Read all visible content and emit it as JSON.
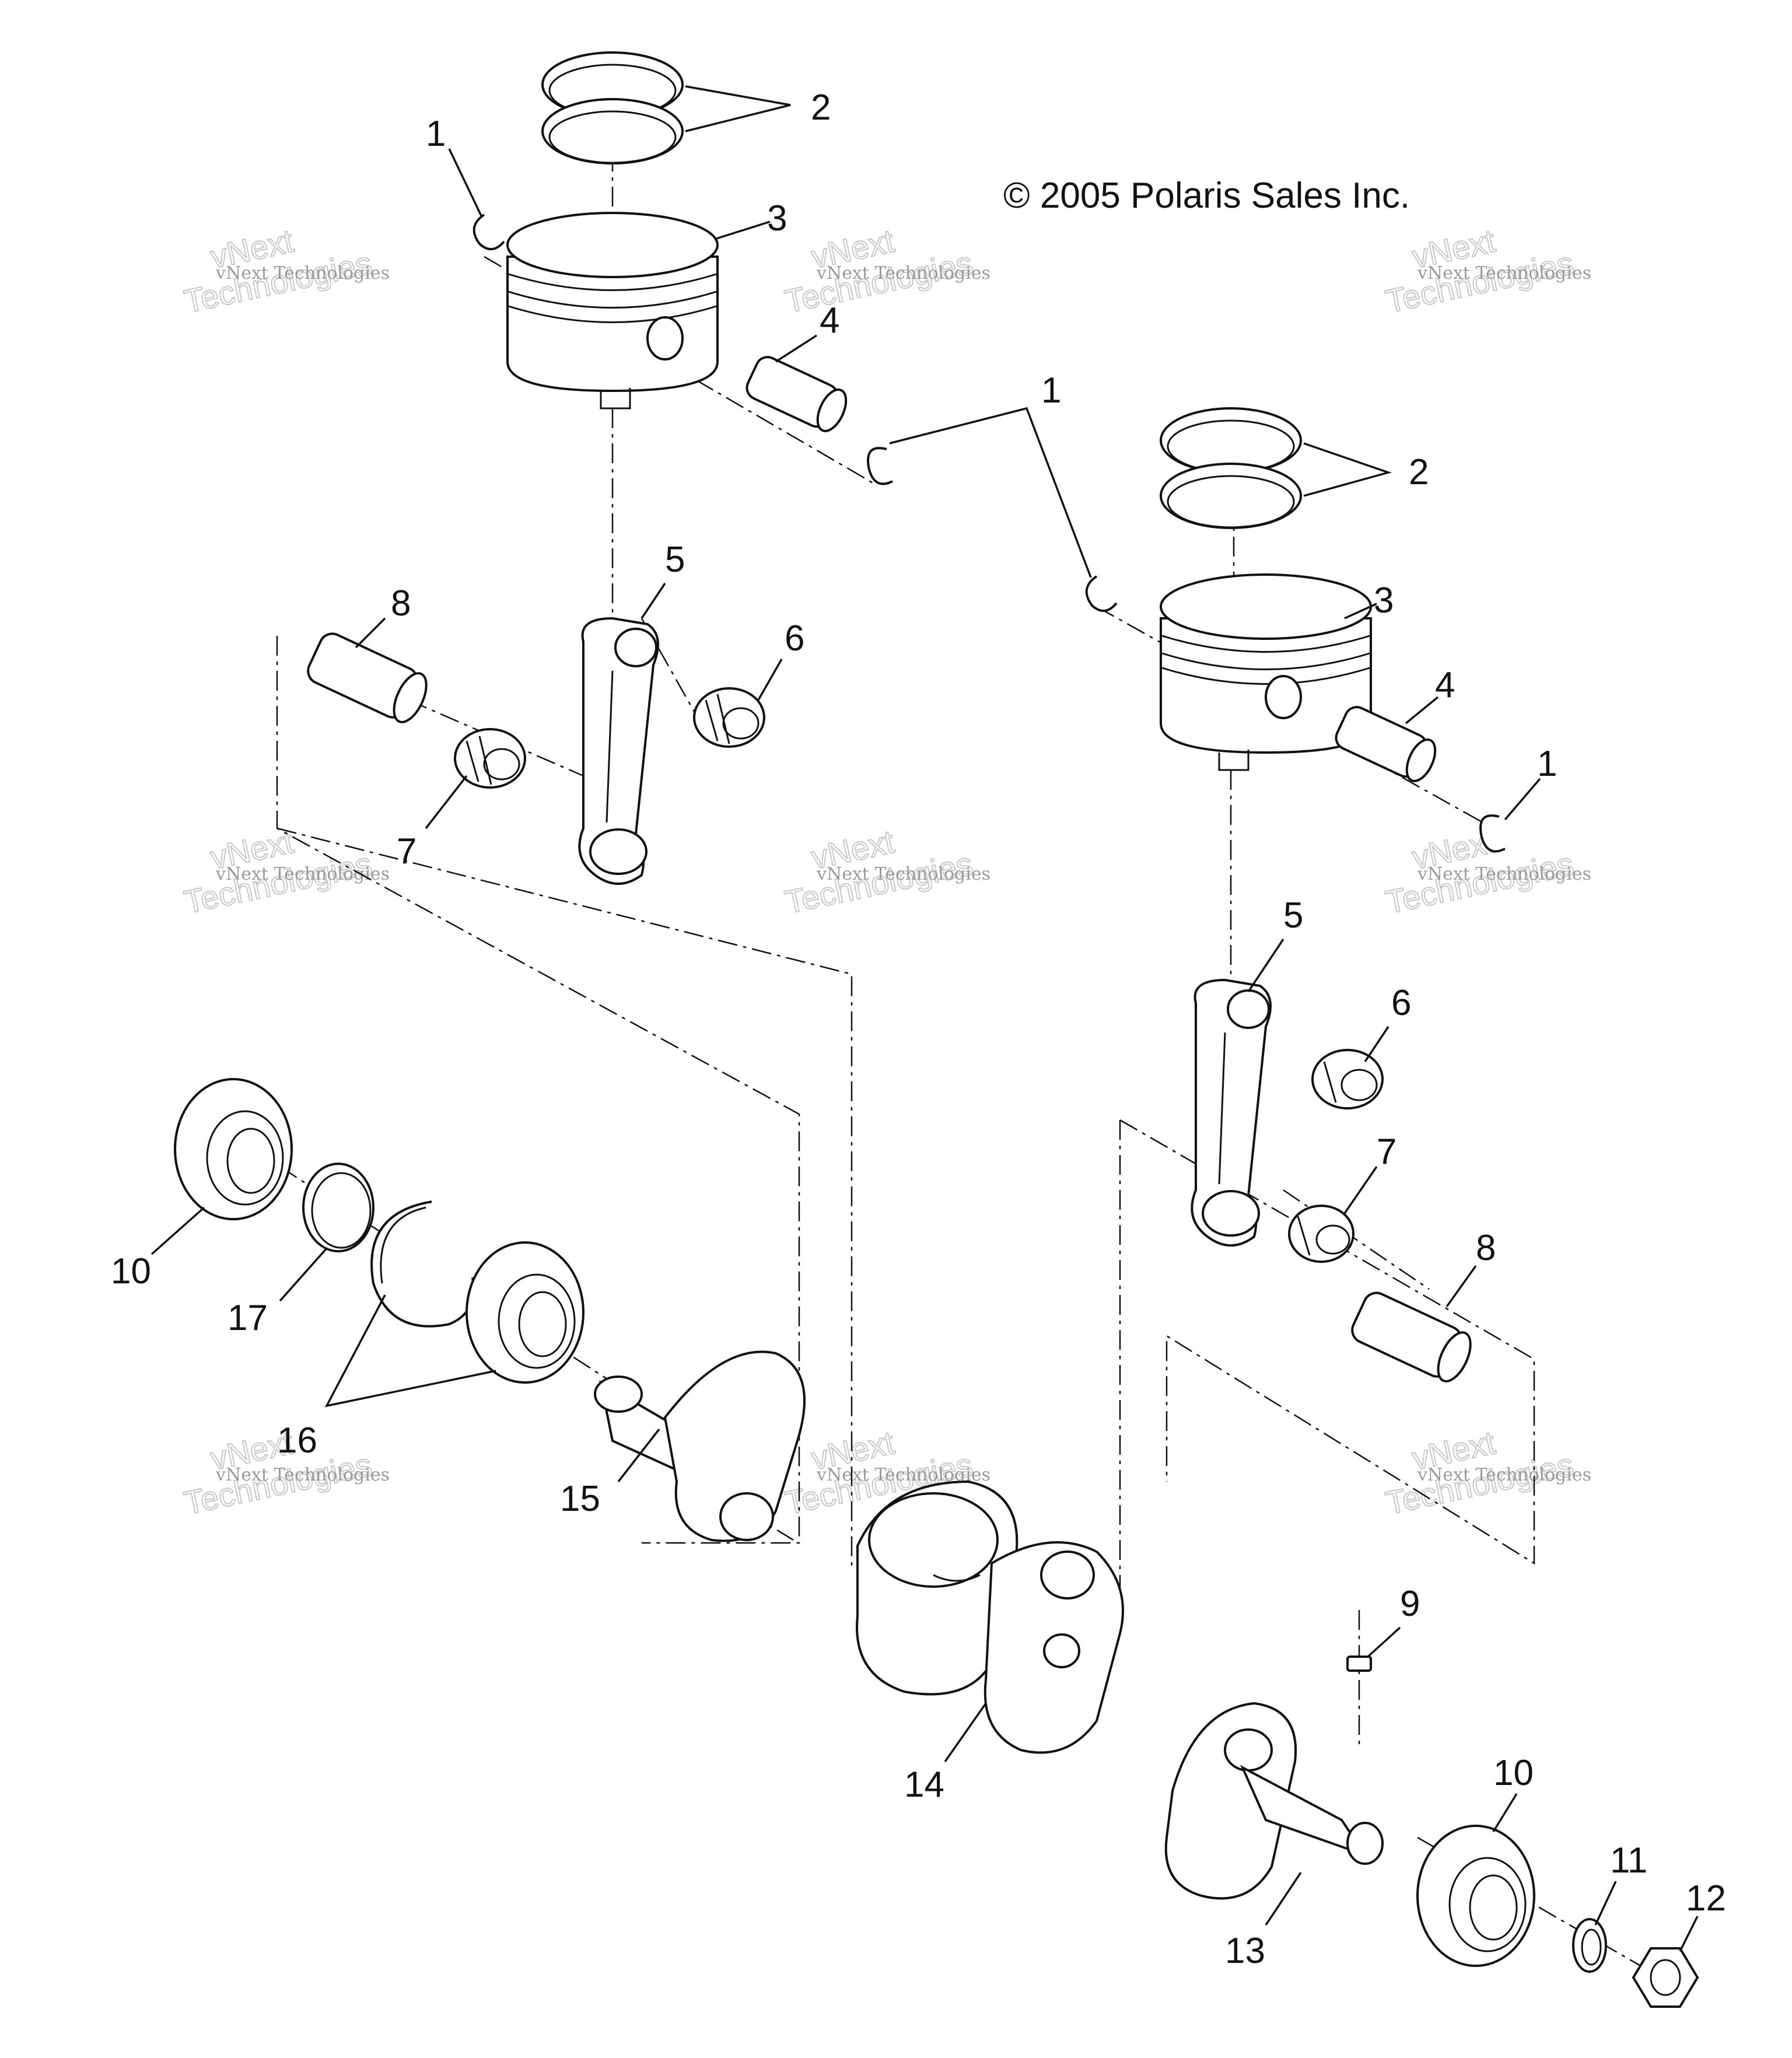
{
  "copyright": "© 2005 Polaris Sales Inc.",
  "watermark": {
    "line1": "vNext Technologies",
    "line2": "vNext",
    "line3": "Technologies"
  },
  "callouts": [
    "1",
    "2",
    "3",
    "4",
    "1",
    "2",
    "3",
    "4",
    "1",
    "5",
    "6",
    "7",
    "8",
    "5",
    "6",
    "7",
    "8",
    "9",
    "10",
    "17",
    "16",
    "15",
    "14",
    "13",
    "10",
    "11",
    "12"
  ]
}
